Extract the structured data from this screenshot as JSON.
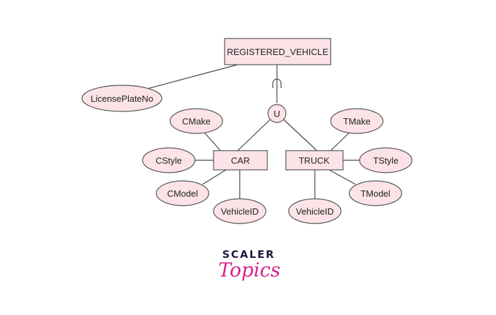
{
  "diagram": {
    "superclass": "REGISTERED_VEHICLE",
    "superclass_attribute": "LicensePlateNo",
    "union_symbol": "U",
    "subclasses": {
      "car": {
        "name": "CAR",
        "attributes": [
          "CMake",
          "CStyle",
          "CModel",
          "VehicleID"
        ]
      },
      "truck": {
        "name": "TRUCK",
        "attributes": [
          "TMake",
          "TStyle",
          "TModel",
          "VehicleID"
        ]
      }
    }
  },
  "logo": {
    "top": "SCALER",
    "bottom": "Topics"
  },
  "colors": {
    "fill": "#fbe3e7",
    "stroke": "#555555",
    "logo_dark": "#1a1a3a",
    "logo_pink": "#d6218a"
  }
}
